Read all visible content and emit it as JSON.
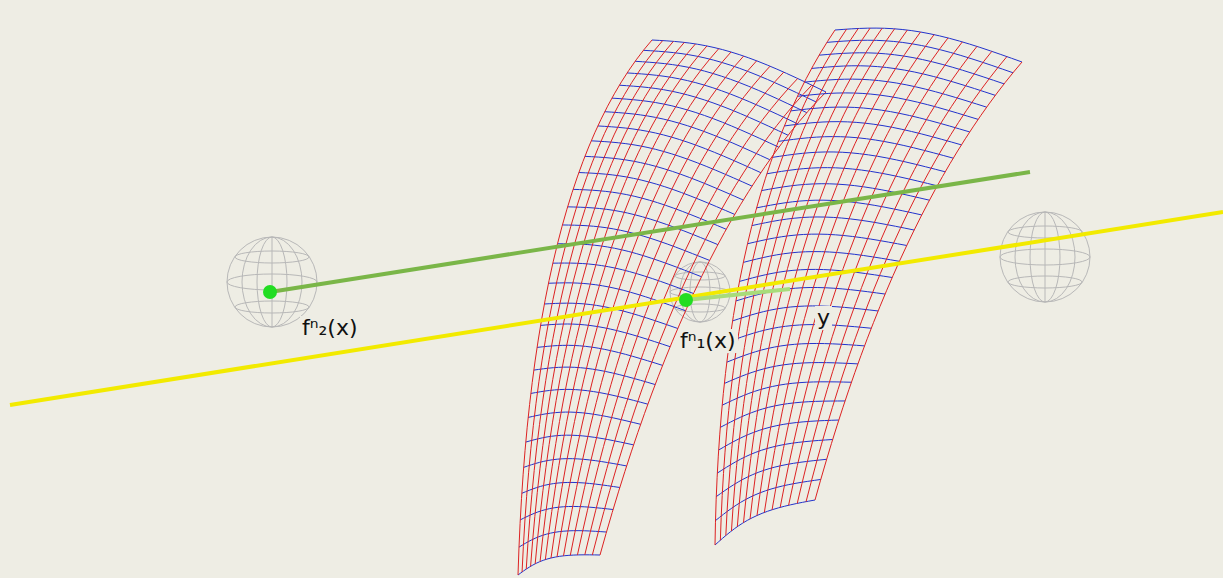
{
  "diagram": {
    "labels": [
      "fⁿ₂(x)",
      "fⁿ₁(x)",
      "y"
    ]
  }
}
